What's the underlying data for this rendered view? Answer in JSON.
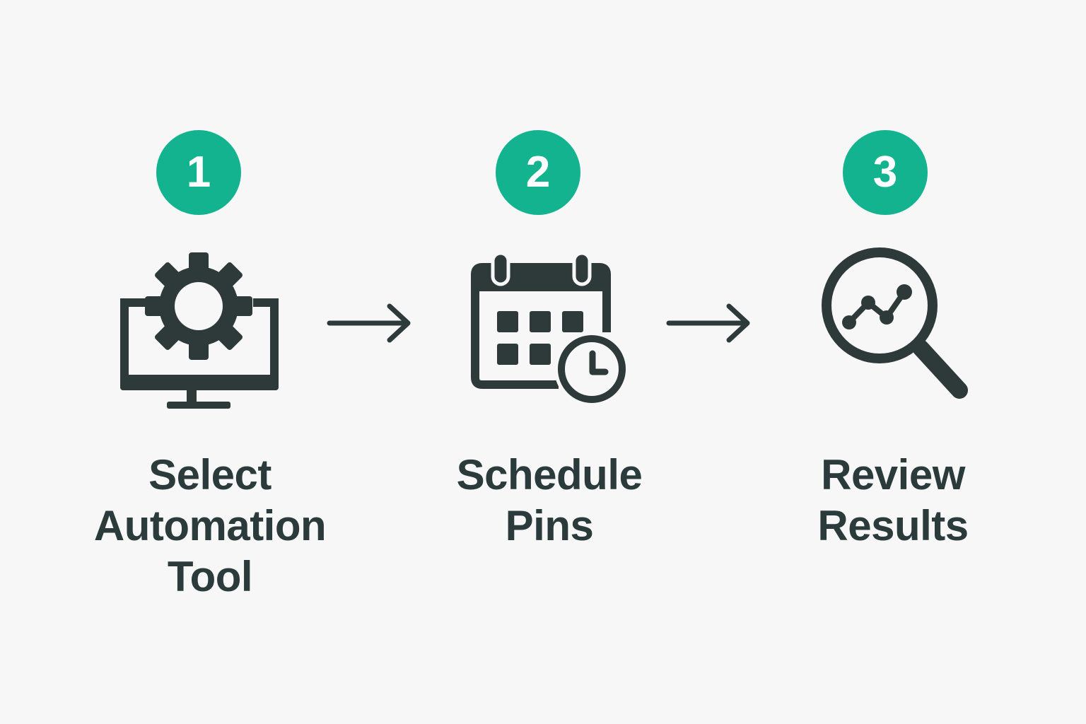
{
  "steps": [
    {
      "number": "1",
      "icon": "monitor-gear-icon",
      "lines": [
        "Select",
        "Automation",
        "Tool"
      ]
    },
    {
      "number": "2",
      "icon": "calendar-clock-icon",
      "lines": [
        "Schedule",
        "Pins"
      ]
    },
    {
      "number": "3",
      "icon": "magnifier-chart-icon",
      "lines": [
        "Review",
        "Results"
      ]
    }
  ],
  "colors": {
    "accent": "#14b38f",
    "icon": "#2e3a3a",
    "text": "#2b3a3a",
    "background": "#f7f7f7"
  }
}
